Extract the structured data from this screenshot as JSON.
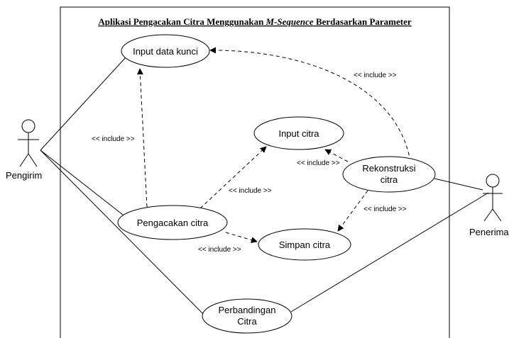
{
  "system": {
    "title_part1": "Aplikasi Pengacakan Citra Menggunakan ",
    "title_italic": "M-Sequence",
    "title_part2": " Berdasarkan Parameter"
  },
  "actors": {
    "sender": "Pengirim",
    "receiver": "Penerima"
  },
  "use_cases": {
    "input_key": "Input data kunci",
    "input_image": "Input citra",
    "reconstruct_line1": "Rekonstruksi",
    "reconstruct_line2": "citra",
    "scramble": "Pengacakan citra",
    "save_image": "Simpan citra",
    "compare_line1": "Perbandingan",
    "compare_line2": "Citra"
  },
  "relations": {
    "include_label": "<< include >>"
  }
}
